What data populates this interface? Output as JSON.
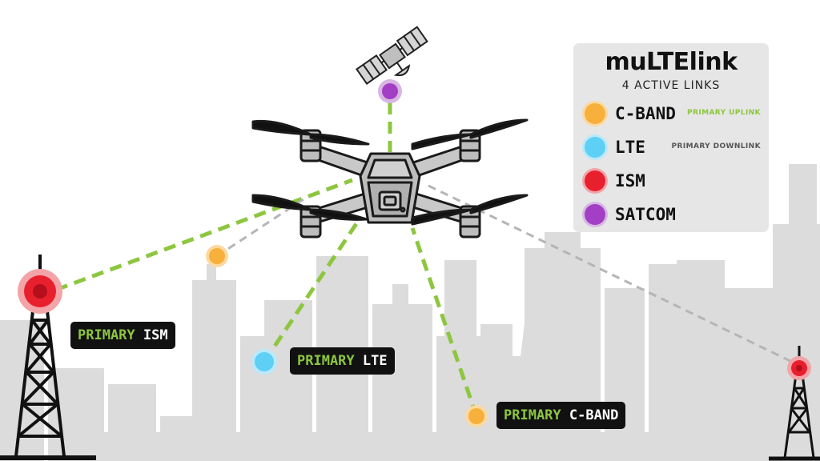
{
  "legend": {
    "title": "muLTElink",
    "subtitle": "4 ACTIVE LINKS",
    "items": [
      {
        "label": "C-BAND",
        "note": "PRIMARY UPLINK",
        "color": "#f7b03c",
        "note_color": "#8dc63f"
      },
      {
        "label": "LTE",
        "note": "PRIMARY DOWNLINK",
        "color": "#5fd0f5",
        "note_color": "#555555"
      },
      {
        "label": "ISM",
        "note": "",
        "color": "#e8202e",
        "note_color": "#555555"
      },
      {
        "label": "SATCOM",
        "note": "",
        "color": "#a33fc4",
        "note_color": "#555555"
      }
    ]
  },
  "callouts": {
    "ism": {
      "highlight": "PRIMARY",
      "rest": "ISM"
    },
    "lte": {
      "highlight": "PRIMARY",
      "rest": "LTE"
    },
    "cband": {
      "highlight": "PRIMARY",
      "rest": "C-BAND"
    }
  },
  "colors": {
    "link_primary": "#8dc63f",
    "link_secondary": "#b5b5b5",
    "skyline": "#dcdcdc",
    "drone_body": "#bdbdbd",
    "drone_outline": "#1a1a1a"
  },
  "icons": [
    "satellite-icon",
    "drone-icon",
    "radio-tower-icon"
  ]
}
